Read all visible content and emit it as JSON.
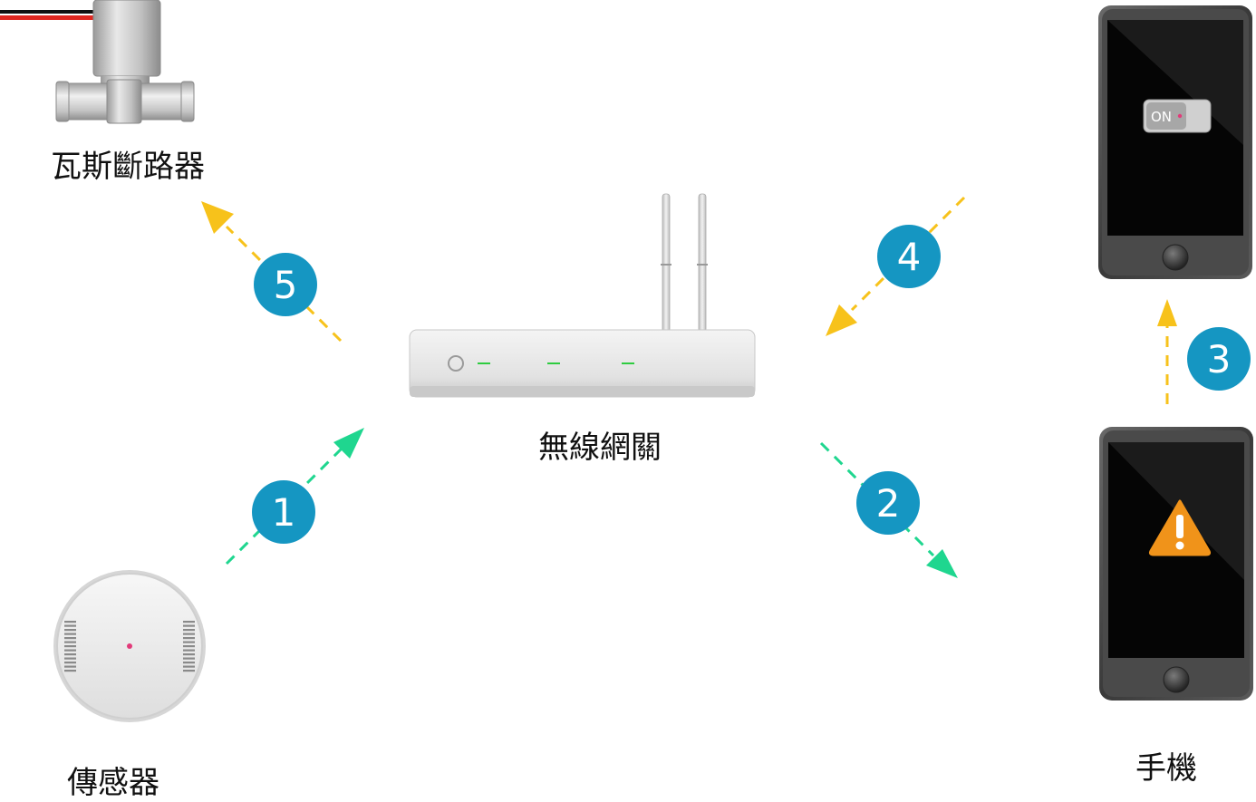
{
  "labels": {
    "gas_valve": "瓦斯斷路器",
    "gateway": "無線網關",
    "sensor": "傳感器",
    "phone": "手機"
  },
  "phone_top_screen": {
    "toggle_text": "ON"
  },
  "steps": [
    "1",
    "2",
    "3",
    "4",
    "5"
  ],
  "colors": {
    "green_arrow": "#1fd68f",
    "yellow_arrow": "#f7c21b",
    "badge": "#1596c2",
    "warning": "#f0931a"
  },
  "icons": [
    "gas-valve-icon",
    "router-icon",
    "smoke-sensor-icon",
    "smartphone-icon",
    "warning-icon"
  ]
}
